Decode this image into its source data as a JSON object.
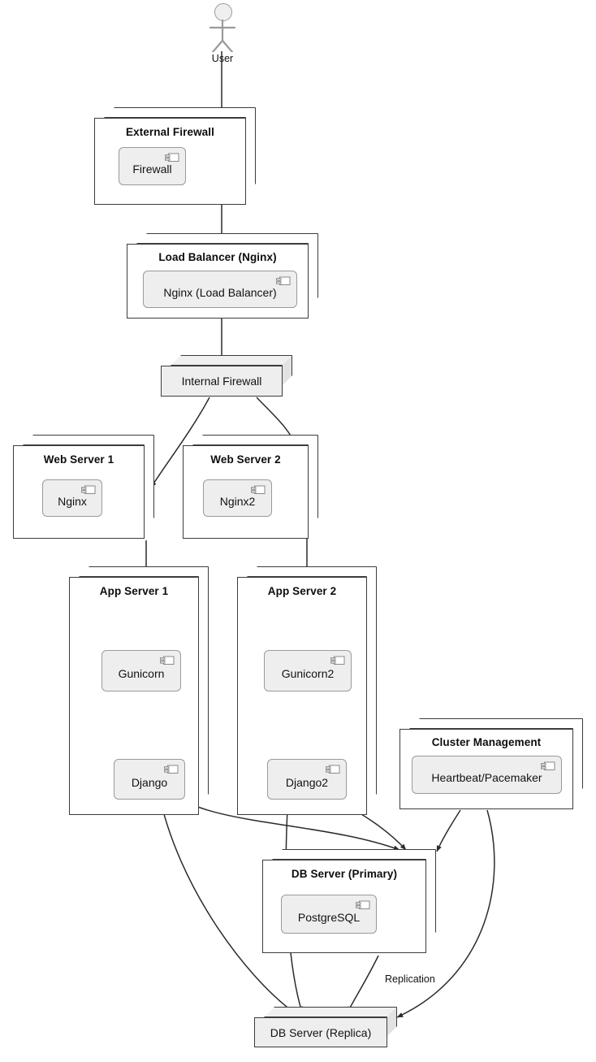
{
  "diagram": {
    "type": "uml-deployment-diagram",
    "title": "Web application deployment topology",
    "background": "#ffffff",
    "node_fill": "#ffffff",
    "node_shaded_fill": "#eeeeee",
    "component_fill": "#eeeeee",
    "stroke": "#3c3c3c"
  },
  "actor": {
    "name": "User",
    "icon": "stick-figure-actor-icon"
  },
  "nodes": [
    {
      "id": "external-firewall",
      "label": "External Firewall",
      "shaded": false,
      "components": [
        {
          "label": "Firewall",
          "icon": "component-icon"
        }
      ]
    },
    {
      "id": "load-balancer",
      "label": "Load Balancer (Nginx)",
      "shaded": false,
      "components": [
        {
          "label": "Nginx (Load Balancer)",
          "icon": "component-icon"
        }
      ]
    },
    {
      "id": "internal-firewall",
      "label": "Internal Firewall",
      "shaded": true,
      "components": []
    },
    {
      "id": "web-server-1",
      "label": "Web Server 1",
      "shaded": false,
      "components": [
        {
          "label": "Nginx",
          "icon": "component-icon"
        }
      ]
    },
    {
      "id": "web-server-2",
      "label": "Web Server 2",
      "shaded": false,
      "components": [
        {
          "label": "Nginx2",
          "icon": "component-icon"
        }
      ]
    },
    {
      "id": "app-server-1",
      "label": "App Server 1",
      "shaded": false,
      "components": [
        {
          "label": "Gunicorn",
          "icon": "component-icon"
        },
        {
          "label": "Django",
          "icon": "component-icon"
        }
      ]
    },
    {
      "id": "app-server-2",
      "label": "App Server 2",
      "shaded": false,
      "components": [
        {
          "label": "Gunicorn2",
          "icon": "component-icon"
        },
        {
          "label": "Django2",
          "icon": "component-icon"
        }
      ]
    },
    {
      "id": "cluster-management",
      "label": "Cluster Management",
      "shaded": false,
      "components": [
        {
          "label": "Heartbeat/Pacemaker",
          "icon": "component-icon"
        }
      ]
    },
    {
      "id": "db-server-primary",
      "label": "DB Server (Primary)",
      "shaded": false,
      "components": [
        {
          "label": "PostgreSQL",
          "icon": "component-icon"
        }
      ]
    },
    {
      "id": "db-server-replica",
      "label": "DB Server (Replica)",
      "shaded": true,
      "components": []
    }
  ],
  "labels": {
    "actor_user": "User",
    "external_firewall": "External Firewall",
    "firewall_component": "Firewall",
    "load_balancer": "Load Balancer (Nginx)",
    "nginx_lb_component": "Nginx (Load Balancer)",
    "internal_firewall": "Internal Firewall",
    "web_server_1": "Web Server 1",
    "nginx_component": "Nginx",
    "web_server_2": "Web Server 2",
    "nginx2_component": "Nginx2",
    "app_server_1": "App Server 1",
    "gunicorn_component": "Gunicorn",
    "django_component": "Django",
    "app_server_2": "App Server 2",
    "gunicorn2_component": "Gunicorn2",
    "django2_component": "Django2",
    "cluster_management": "Cluster Management",
    "heartbeat_component": "Heartbeat/Pacemaker",
    "db_primary": "DB Server (Primary)",
    "postgresql_component": "PostgreSQL",
    "db_replica": "DB Server (Replica)",
    "replication_edge": "Replication"
  },
  "edges": [
    {
      "from": "User",
      "to": "External Firewall",
      "label": "",
      "style": "straight-arrow"
    },
    {
      "from": "External Firewall",
      "to": "Load Balancer (Nginx)",
      "label": "",
      "style": "straight-arrow"
    },
    {
      "from": "Nginx (Load Balancer)",
      "to": "Internal Firewall",
      "label": "",
      "style": "straight-arrow"
    },
    {
      "from": "Internal Firewall",
      "to": "Web Server 1",
      "label": "",
      "style": "curved-arrow"
    },
    {
      "from": "Internal Firewall",
      "to": "Web Server 2",
      "label": "",
      "style": "curved-arrow"
    },
    {
      "from": "Web Server 1",
      "to": "App Server 1",
      "label": "",
      "style": "straight-arrow"
    },
    {
      "from": "Web Server 2",
      "to": "App Server 2",
      "label": "",
      "style": "straight-arrow"
    },
    {
      "from": "App Server 1",
      "to": "Gunicorn",
      "label": "",
      "style": "straight-arrow"
    },
    {
      "from": "Gunicorn",
      "to": "Django",
      "label": "",
      "style": "straight-arrow"
    },
    {
      "from": "App Server 2",
      "to": "Gunicorn2",
      "label": "",
      "style": "straight-arrow"
    },
    {
      "from": "Gunicorn2",
      "to": "Django2",
      "label": "",
      "style": "straight-arrow"
    },
    {
      "from": "Django",
      "to": "DB Server (Primary)",
      "label": "",
      "style": "curved-arrow"
    },
    {
      "from": "Django2",
      "to": "DB Server (Primary)",
      "label": "",
      "style": "curved-arrow"
    },
    {
      "from": "Django",
      "to": "DB Server (Replica)",
      "label": "",
      "style": "curved-arrow"
    },
    {
      "from": "Django2",
      "to": "DB Server (Replica)",
      "label": "",
      "style": "curved-arrow"
    },
    {
      "from": "Heartbeat/Pacemaker",
      "to": "DB Server (Primary)",
      "label": "",
      "style": "curved-arrow"
    },
    {
      "from": "Heartbeat/Pacemaker",
      "to": "DB Server (Replica)",
      "label": "",
      "style": "curved-arrow"
    },
    {
      "from": "DB Server (Primary)",
      "to": "DB Server (Replica)",
      "label": "Replication",
      "style": "curved-arrow"
    }
  ]
}
